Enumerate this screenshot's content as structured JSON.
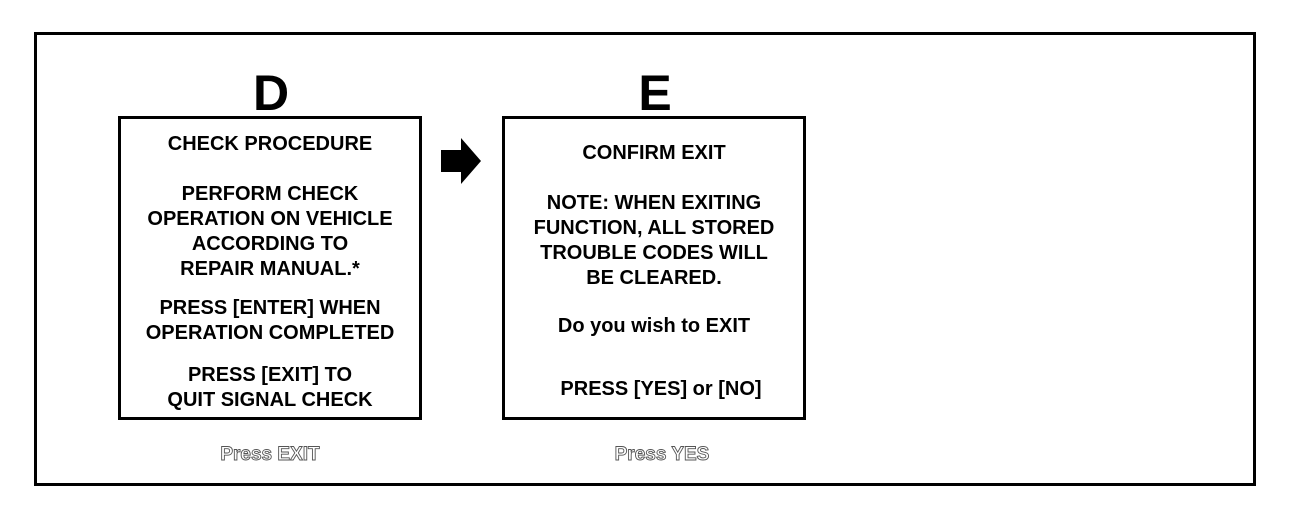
{
  "panels": {
    "d": {
      "letter": "D",
      "title": "CHECK PROCEDURE",
      "body": [
        "PERFORM CHECK",
        "OPERATION ON VEHICLE",
        "ACCORDING TO",
        "REPAIR MANUAL.*"
      ],
      "instruction": [
        "PRESS [ENTER] WHEN",
        "OPERATION COMPLETED"
      ],
      "quit": [
        "PRESS [EXIT] TO",
        "QUIT SIGNAL CHECK"
      ],
      "caption": "Press EXIT"
    },
    "e": {
      "letter": "E",
      "title": "CONFIRM EXIT",
      "note": [
        "NOTE: WHEN EXITING",
        "FUNCTION, ALL STORED",
        "TROUBLE CODES WILL",
        "BE CLEARED."
      ],
      "question": "Do you wish to EXIT",
      "prompt": "PRESS [YES] or [NO]",
      "caption": "Press YES"
    }
  },
  "arrow_icon": "right-arrow-icon"
}
